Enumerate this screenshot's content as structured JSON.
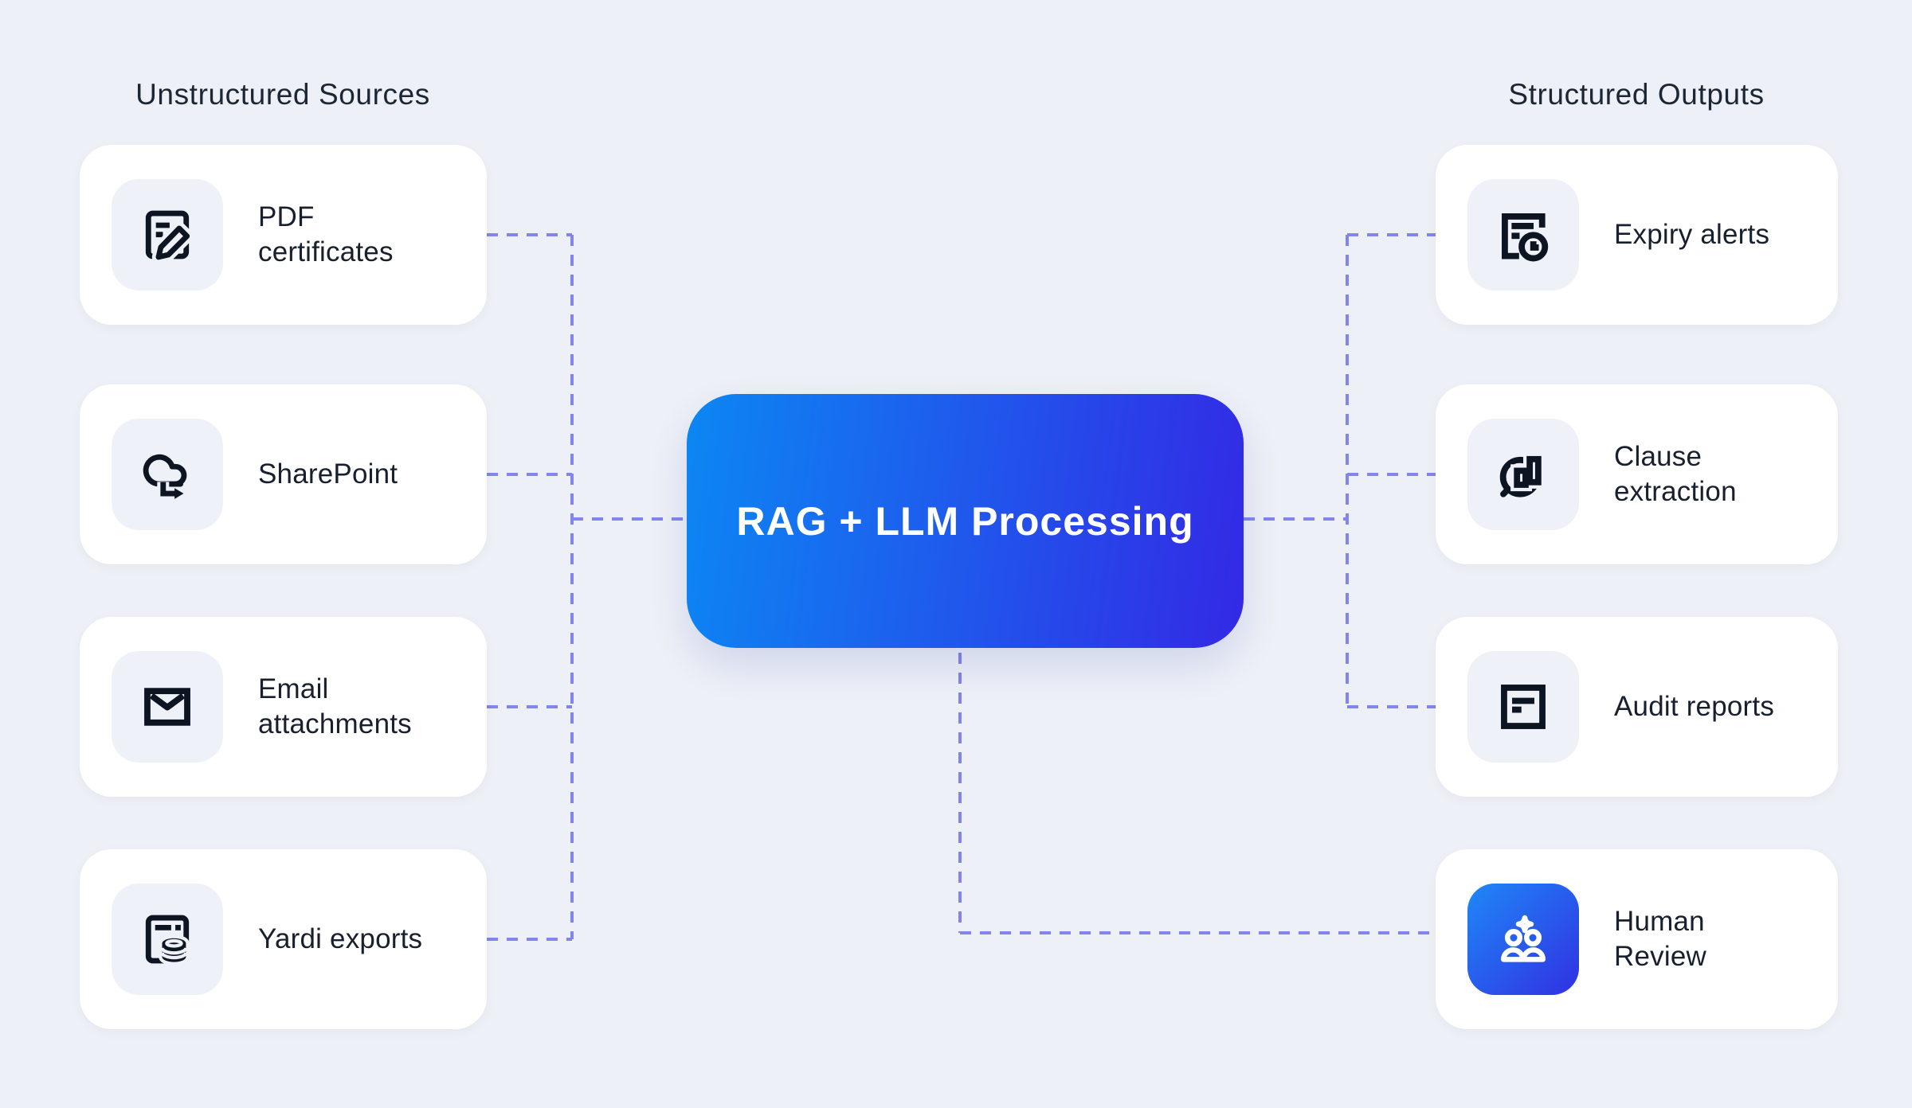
{
  "theme": {
    "page_bg": "#edf0f6",
    "card_bg": "#ffffff",
    "tile_bg": "#eef2f8",
    "icon_color": "#0e1522",
    "text_color": "#18202e",
    "header_color": "#1d2633",
    "connector_color": "#8185ec",
    "box_grad_start": "#0c87f3",
    "box_grad_end": "#3329e5",
    "tile_grad_start": "#1f88f7",
    "tile_grad_end": "#3130e2",
    "box_text": "#ffffff"
  },
  "left_column": {
    "header": "Unstructured Sources",
    "cards": [
      {
        "label": "PDF certificates",
        "icon": "document-edit-icon"
      },
      {
        "label": "SharePoint",
        "icon": "cloud-export-icon"
      },
      {
        "label": "Email attachments",
        "icon": "envelope-icon"
      },
      {
        "label": "Yardi exports",
        "icon": "browser-database-icon"
      }
    ]
  },
  "center": {
    "label": "RAG + LLM Processing"
  },
  "right_column": {
    "header": "Structured Outputs",
    "cards": [
      {
        "label": "Expiry alerts",
        "icon": "document-clock-icon"
      },
      {
        "label": "Clause extraction",
        "icon": "search-chart-icon"
      },
      {
        "label": "Audit reports",
        "icon": "report-icon"
      },
      {
        "label": "Human Review",
        "icon": "people-sparkle-icon",
        "tile_style": "blue-gradient"
      }
    ]
  }
}
